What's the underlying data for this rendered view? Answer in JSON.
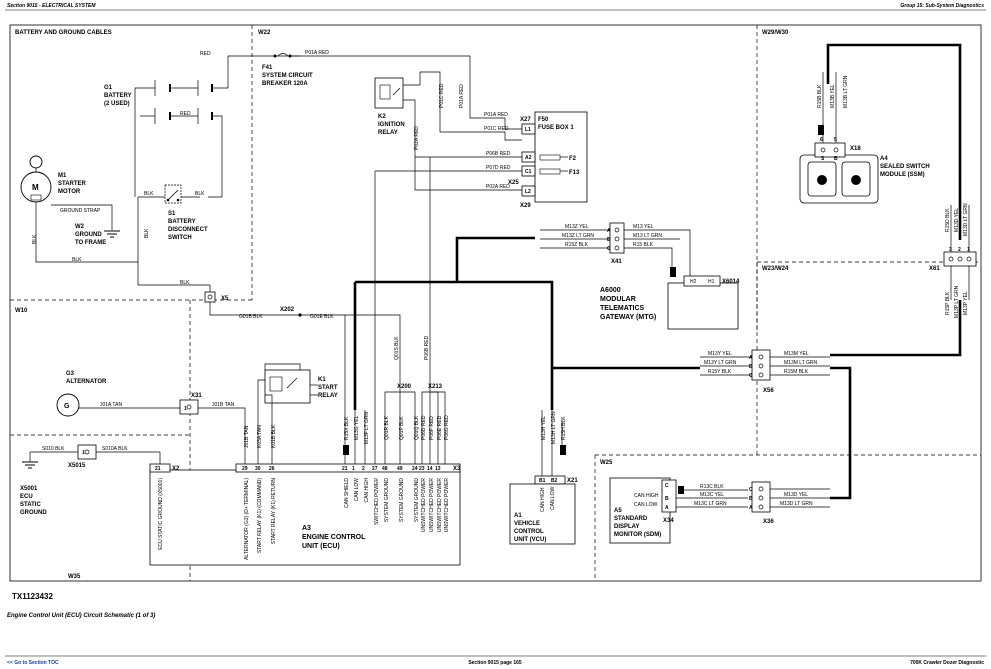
{
  "header": {
    "left": "Section 9015 - ELECTRICAL SYSTEM",
    "right": "Group 15: Sub-System Diagnostics"
  },
  "zones": {
    "battery": "BATTERY AND GROUND CABLES",
    "w22": "W22",
    "w29": "W29/W30",
    "w23": "W23/W24",
    "w10": "W10",
    "w25": "W25",
    "w35": "W35"
  },
  "components": {
    "g1": [
      "G1",
      "BATTERY",
      "(2 USED)"
    ],
    "m1": [
      "M1",
      "STARTER",
      "MOTOR"
    ],
    "w2": [
      "W2",
      "GROUND",
      "TO FRAME"
    ],
    "s1": [
      "S1",
      "BATTERY",
      "DISCONNECT",
      "SWITCH"
    ],
    "f41": [
      "F41",
      "SYSTEM CIRCUIT",
      "BREAKER 120A"
    ],
    "k2": [
      "K2",
      "IGNITION",
      "RELAY"
    ],
    "f50": [
      "F50",
      "FUSE BOX 1"
    ],
    "a4": [
      "A4",
      "SEALED SWITCH",
      "MODULE (SSM)"
    ],
    "a6000": [
      "A6000",
      "MODULAR",
      "TELEMATICS",
      "GATEWAY (MTG)"
    ],
    "g3": [
      "G3",
      "ALTERNATOR"
    ],
    "k1": [
      "K1",
      "START",
      "RELAY"
    ],
    "x5001": [
      "X5001",
      "ECU",
      "STATIC",
      "GROUND"
    ],
    "a3": [
      "A3",
      "ENGINE CONTROL",
      "UNIT (ECU)"
    ],
    "a1": [
      "A1",
      "VEHICLE",
      "CONTROL",
      "UNIT (VCU)"
    ],
    "a5": [
      "A5",
      "STANDARD",
      "DISPLAY",
      "MONITOR (SDM)"
    ]
  },
  "connectors": {
    "x5": "X5",
    "x202": "X202",
    "x27": "X27",
    "x25": "X25",
    "x29": "X29",
    "x41": "X41",
    "x6014": "X6014",
    "x18": "X18",
    "x61": "X61",
    "x56": "X56",
    "x31": "X31",
    "x5015": "X5015",
    "x2": "X2",
    "x3": "X3",
    "x200": "X200",
    "x213": "X213",
    "x21": "X21",
    "x34": "X34",
    "x36": "X36"
  },
  "pins": {
    "f50": {
      "l1": "L1",
      "a2": "A2",
      "c1": "C1",
      "l2": "L2",
      "f2": "F2",
      "f13": "F13"
    },
    "x41": [
      "A",
      "B",
      "C"
    ],
    "x56": [
      "A",
      "B",
      "C"
    ],
    "x18": [
      "6",
      "5"
    ],
    "x61": [
      "3",
      "2",
      "1"
    ],
    "x6014": [
      "H2",
      "H1"
    ],
    "x21": [
      "B1",
      "B2"
    ],
    "x31": "1",
    "x5015": "1",
    "x2": "21",
    "x3": [
      "29",
      "30",
      "26",
      "21",
      "1",
      "2",
      "27",
      "48",
      "49",
      "24",
      "23",
      "14",
      "13"
    ],
    "x34": [
      "C",
      "B",
      "A"
    ],
    "x36": [
      "C",
      "B",
      "A"
    ],
    "a4": [
      "S",
      "B"
    ]
  },
  "wires": {
    "red": "RED",
    "blk": "BLK",
    "ground_strap": "GROUND STRAP",
    "p01a": "P01A RED",
    "p01c_red": "P01C RED",
    "p01a_f50": "P01A RED",
    "p01c_f50": "P01C RED",
    "p06b": "P06B RED",
    "p07d": "P07D RED",
    "p02a": "P02A RED",
    "p02a_v": "P02A RED",
    "p01c_v": "P01C RED",
    "p01a_v": "P01A RED",
    "m13z_yel": "M13Z YEL",
    "m13z_ltgrn": "M13Z LT GRN",
    "r15z_blk": "R15Z BLK",
    "m13_yel": "M13 YEL",
    "m13_ltgrn": "M13 LT GRN",
    "r15_blk": "R15 BLK",
    "g01b": "G01B BLK",
    "g01e": "G01E BLK",
    "m13y": "M13Y YEL",
    "m13y_ltgrn": "M13Y LT GRN",
    "r15y": "R15Y BLK",
    "m13m_yel": "M13M YEL",
    "m13m_ltgrn": "M13M LT GRN",
    "r15m_blk": "R15M BLK",
    "r15b": "R15B BLK",
    "m13b_yel": "M13B YEL",
    "m13b_ltgrn": "M13B LT GRN",
    "r15d_blk": "R15D BLK",
    "m13d_yel": "M13D YEL",
    "m13d_ltgrn": "M13D LT GRN",
    "r15p_blk": "R15P BLK",
    "m13p_ltgrn": "M13P LT GRN",
    "m13p_yel": "M13P YEL",
    "j01a_tan": "J01A TAN",
    "j01b_tan": "J01B TAN",
    "s010_blk": "S010 BLK",
    "s010a_blk": "S010A BLK",
    "j01b_v": "J01B TAN",
    "k03a_tan": "K03A TAN",
    "k01b_blk": "K01B BLK",
    "r15x": "R15X BLK",
    "m13g_yel": "M13G YEL",
    "m13f_ltgrn": "M13F LT GRN",
    "q01r": "Q01R BLK",
    "q01p": "Q01P BLK",
    "q01q": "Q01Q BLK",
    "p06d": "P06D RED",
    "p06f": "P06F RED",
    "p06e": "P06E RED",
    "p06g": "P06G RED",
    "q01s": "Q01S BLK",
    "p06b_v": "P06B RED",
    "m13h_yel": "M13H YEL",
    "m13h_ltgrn": "M13H LT GRN",
    "r15h_blk": "R15H BLK",
    "r13c_blk": "R13C BLK",
    "m13c_yel": "M13C YEL",
    "m13c_ltgrn": "M13C LT GRN"
  },
  "ecu_pin_labels": [
    "ECU STATIC GROUND (X5001)",
    "ALTERNATOR (G3) (D+ TERMINAL)",
    "START RELAY (K1) (COMMAND)",
    "START RELAY (K1) RETURN",
    "CAN SHIELD",
    "CAN LOW",
    "CAN HIGH",
    "SWITCHED POWER",
    "SYSTEM GROUND",
    "SYSTEM GROUND",
    "SYSTEM GROUND",
    "UNSWITCHED POWER",
    "UNSWITCHED POWER",
    "UNSWITCHED POWER",
    "UNSWITCHED POWER"
  ],
  "vcu_pin_labels": [
    "CAN HIGH",
    "CAN LOW"
  ],
  "sdm_pin_labels": [
    "CAN HIGH",
    "CAN LOW"
  ],
  "figure_id": "TX1123432",
  "caption": "Engine Control Unit (ECU) Circuit Schematic (1 of 3)",
  "footer": {
    "left": "<< Go to Section TOC",
    "center": "Section 9015 page 165",
    "right": "700K Crawler Dozer Diagnostic"
  }
}
